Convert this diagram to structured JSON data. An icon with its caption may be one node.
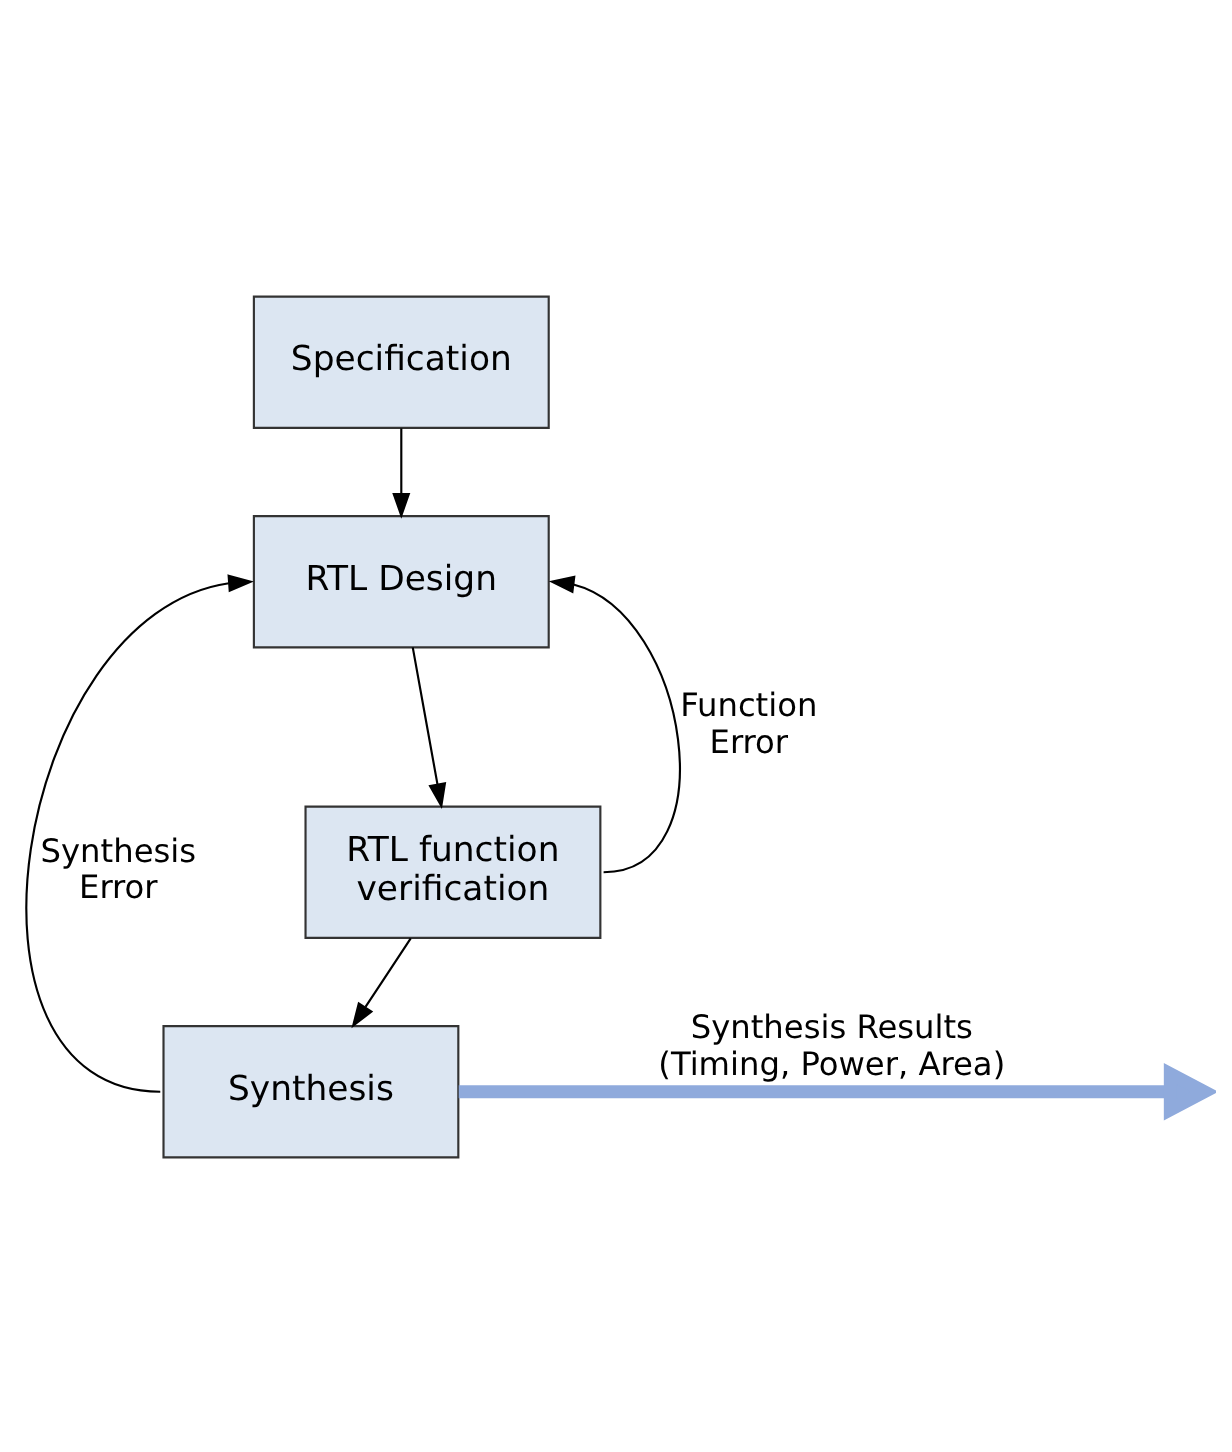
{
  "diagram": {
    "nodes": [
      {
        "text": [
          "Specification"
        ]
      },
      {
        "text": [
          "RTL Design"
        ]
      },
      {
        "text": [
          "RTL function verification"
        ]
      },
      {
        "text": [
          "Synthesis"
        ]
      }
    ],
    "edges": [
      {
        "from": 0,
        "to": 1,
        "arrow": "to"
      },
      {
        "from": 1,
        "to": 2,
        "arrow": "to"
      },
      {
        "from": 2,
        "to": 3,
        "arrow": "to"
      },
      {
        "from": 2,
        "to": 1,
        "arrow": "to",
        "label": "Function Error"
      },
      {
        "from": 3,
        "to": 1,
        "arrow": "to",
        "label": "Synthesis Error"
      },
      {
        "from": 3,
        "to": null,
        "arrow": "to",
        "style": "thick",
        "color": "#8faadc",
        "label": "Synthesis Results (Timing, Power, Area)"
      }
    ]
  }
}
